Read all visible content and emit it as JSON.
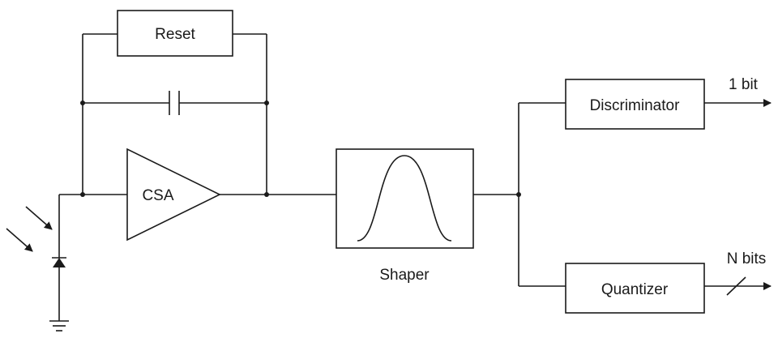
{
  "blocks": {
    "reset": "Reset",
    "csa": "CSA",
    "shaper": "Shaper",
    "discriminator": "Discriminator",
    "quantizer": "Quantizer"
  },
  "outputs": {
    "discriminator_out": "1 bit",
    "quantizer_out": "N bits"
  },
  "colors": {
    "line": "#1a1a1a",
    "background": "#ffffff"
  }
}
